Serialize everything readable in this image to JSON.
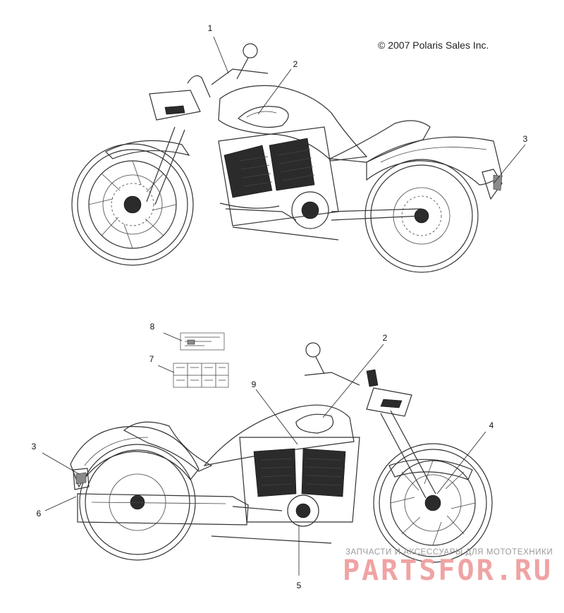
{
  "copyright": "© 2007 Polaris Sales Inc.",
  "callouts": {
    "c1": "1",
    "c2_top": "2",
    "c3_top": "3",
    "c8": "8",
    "c7": "7",
    "c2_bottom": "2",
    "c9": "9",
    "c3_bottom": "3",
    "c4": "4",
    "c6": "6",
    "c5": "5"
  },
  "watermark": {
    "line1": "ЗАПЧАСТИ И АКСЕССУАРЫ ДЛЯ МОТОТЕХНИКИ",
    "line2": "PARTSFOR.RU"
  }
}
